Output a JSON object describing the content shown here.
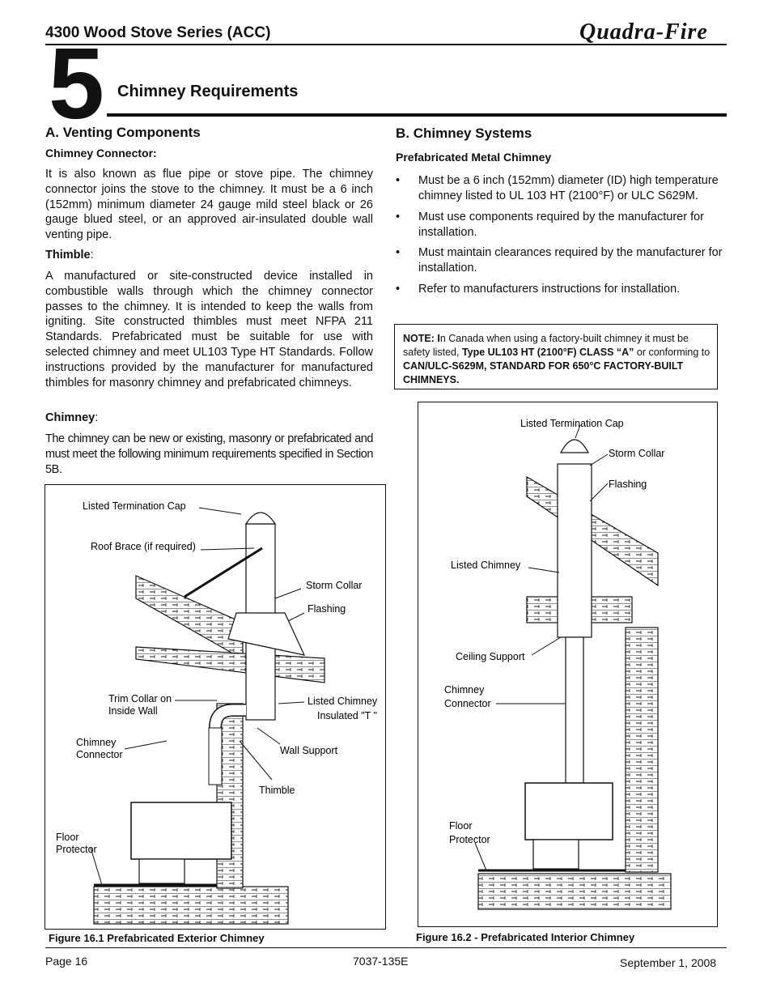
{
  "header": {
    "title": "4300 Wood Stove Series (ACC)",
    "brand": "Quadra-Fire"
  },
  "section": {
    "number": "5",
    "title": "Chimney Requirements"
  },
  "venting": {
    "heading": "A.  Venting Components",
    "connector_heading": "Chimney Connector:",
    "connector_text": "It is also known as flue pipe or stove pipe.  The chimney connector joins the stove to the chimney.  It must be a 6 inch (152mm) minimum diameter 24 gauge mild steel black or 26 gauge blued steel, or an approved air-insulated double wall venting pipe.",
    "thimble_heading": "Thimble",
    "thimble_text": "A manufactured or site-constructed device installed in combustible walls through which the chimney connector passes to the chimney.  It is intended to keep the walls from igniting.  Site constructed thimbles must meet NFPA 211 Standards.  Prefabricated must be suitable for use with selected chimney and meet UL103 Type HT Standards.  Follow instructions provided by the manufacturer for manufactured thimbles for masonry chimney and prefabricated chimneys.",
    "chimney_heading": "Chimney",
    "chimney_text": "The chimney can be new or existing, masonry or prefabricated and must meet the following minimum requirements specified in Section 5B."
  },
  "systems": {
    "heading": "B.  Chimney Systems",
    "sub_heading": "Prefabricated Metal Chimney",
    "bullets": [
      "Must be a 6 inch (152mm) diameter (ID) high temperature chimney listed to UL 103 HT (2100°F) or ULC S629M.",
      "Must use components required by the manufacturer for installation.",
      "Must maintain clearances required by the manufacturer for installation.",
      "Refer to manufacturers instructions for installation."
    ]
  },
  "note": {
    "label": "NOTE: I",
    "text1": "n Canada when using a factory-built chimney it must be safety listed, ",
    "bold1": "Type UL103 HT (2100°F) CLASS “A”",
    "text2": " or conforming to ",
    "bold2": "CAN/ULC-S629M, STANDARD FOR 650°C FACTORY-BUILT CHIMNEYS."
  },
  "figure1": {
    "caption": "Figure 16.1 Prefabricated Exterior Chimney",
    "labels": {
      "termination_cap": "Listed Termination Cap",
      "roof_brace": "Roof Brace (if required)",
      "storm_collar": "Storm Collar",
      "flashing": "Flashing",
      "trim_collar_1": "Trim Collar on",
      "trim_collar_2": "Inside Wall",
      "listed_chimney": "Listed Chimney",
      "insulated_t": "Insulated \"T \"",
      "connector_1": "Chimney",
      "connector_2": "Connector",
      "wall_support": "Wall Support",
      "thimble": "Thimble",
      "floor_1": "Floor",
      "floor_2": "Protector"
    }
  },
  "figure2": {
    "caption": "Figure 16.2 - Prefabricated Interior Chimney",
    "labels": {
      "termination_cap": "Listed Termination Cap",
      "storm_collar": "Storm Collar",
      "flashing": "Flashing",
      "listed_chimney": "Listed Chimney",
      "ceiling_support": "Ceiling Support",
      "connector_1": "Chimney",
      "connector_2": "Connector",
      "floor_1": "Floor",
      "floor_2": "Protector"
    }
  },
  "footer": {
    "page": "Page  16",
    "doc_number": "7037-135E",
    "date": "September 1, 2008"
  }
}
